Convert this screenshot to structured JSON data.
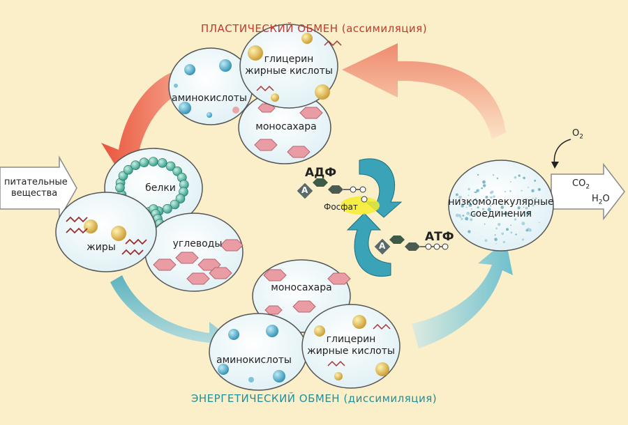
{
  "titles": {
    "top": "ПЛАСТИЧЕСКИЙ ОБМЕН (ассимиляция)",
    "bottom": "ЭНЕРГЕТИЧЕСКИЙ ОБМЕН (диссимиляция)"
  },
  "input": {
    "line1": "питательные",
    "line2": "вещества"
  },
  "food": {
    "proteins": "белки",
    "fats": "жиры",
    "carbs": "углеводы"
  },
  "top_group": {
    "glycerol": "глицерин",
    "fatty_acids": "жирные кислоты",
    "amino_acids": "аминокислоты",
    "monosaccharides": "моносахара"
  },
  "bottom_group": {
    "monosaccharides": "моносахара",
    "glycerol": "глицерин",
    "fatty_acids": "жирные кислоты",
    "amino_acids": "аминокислоты"
  },
  "energy": {
    "adp": "АДФ",
    "atp": "АТФ",
    "phosphate": "Фосфат",
    "adenine": "А"
  },
  "products": {
    "line1": "низкомолекулярные",
    "line2": "соединения",
    "o2_main": "O",
    "o2_sub": "2",
    "co2_main": "CO",
    "co2_sub": "2",
    "h2o_h": "H",
    "h2o_sub": "2",
    "h2o_o": "O"
  },
  "colors": {
    "background": "#fbefc9",
    "assimilation": "#ee7b62",
    "dissimilation": "#4fb2c2",
    "cycle": "#3aa3b8",
    "phosphate_highlight": "#f4ec2e"
  }
}
